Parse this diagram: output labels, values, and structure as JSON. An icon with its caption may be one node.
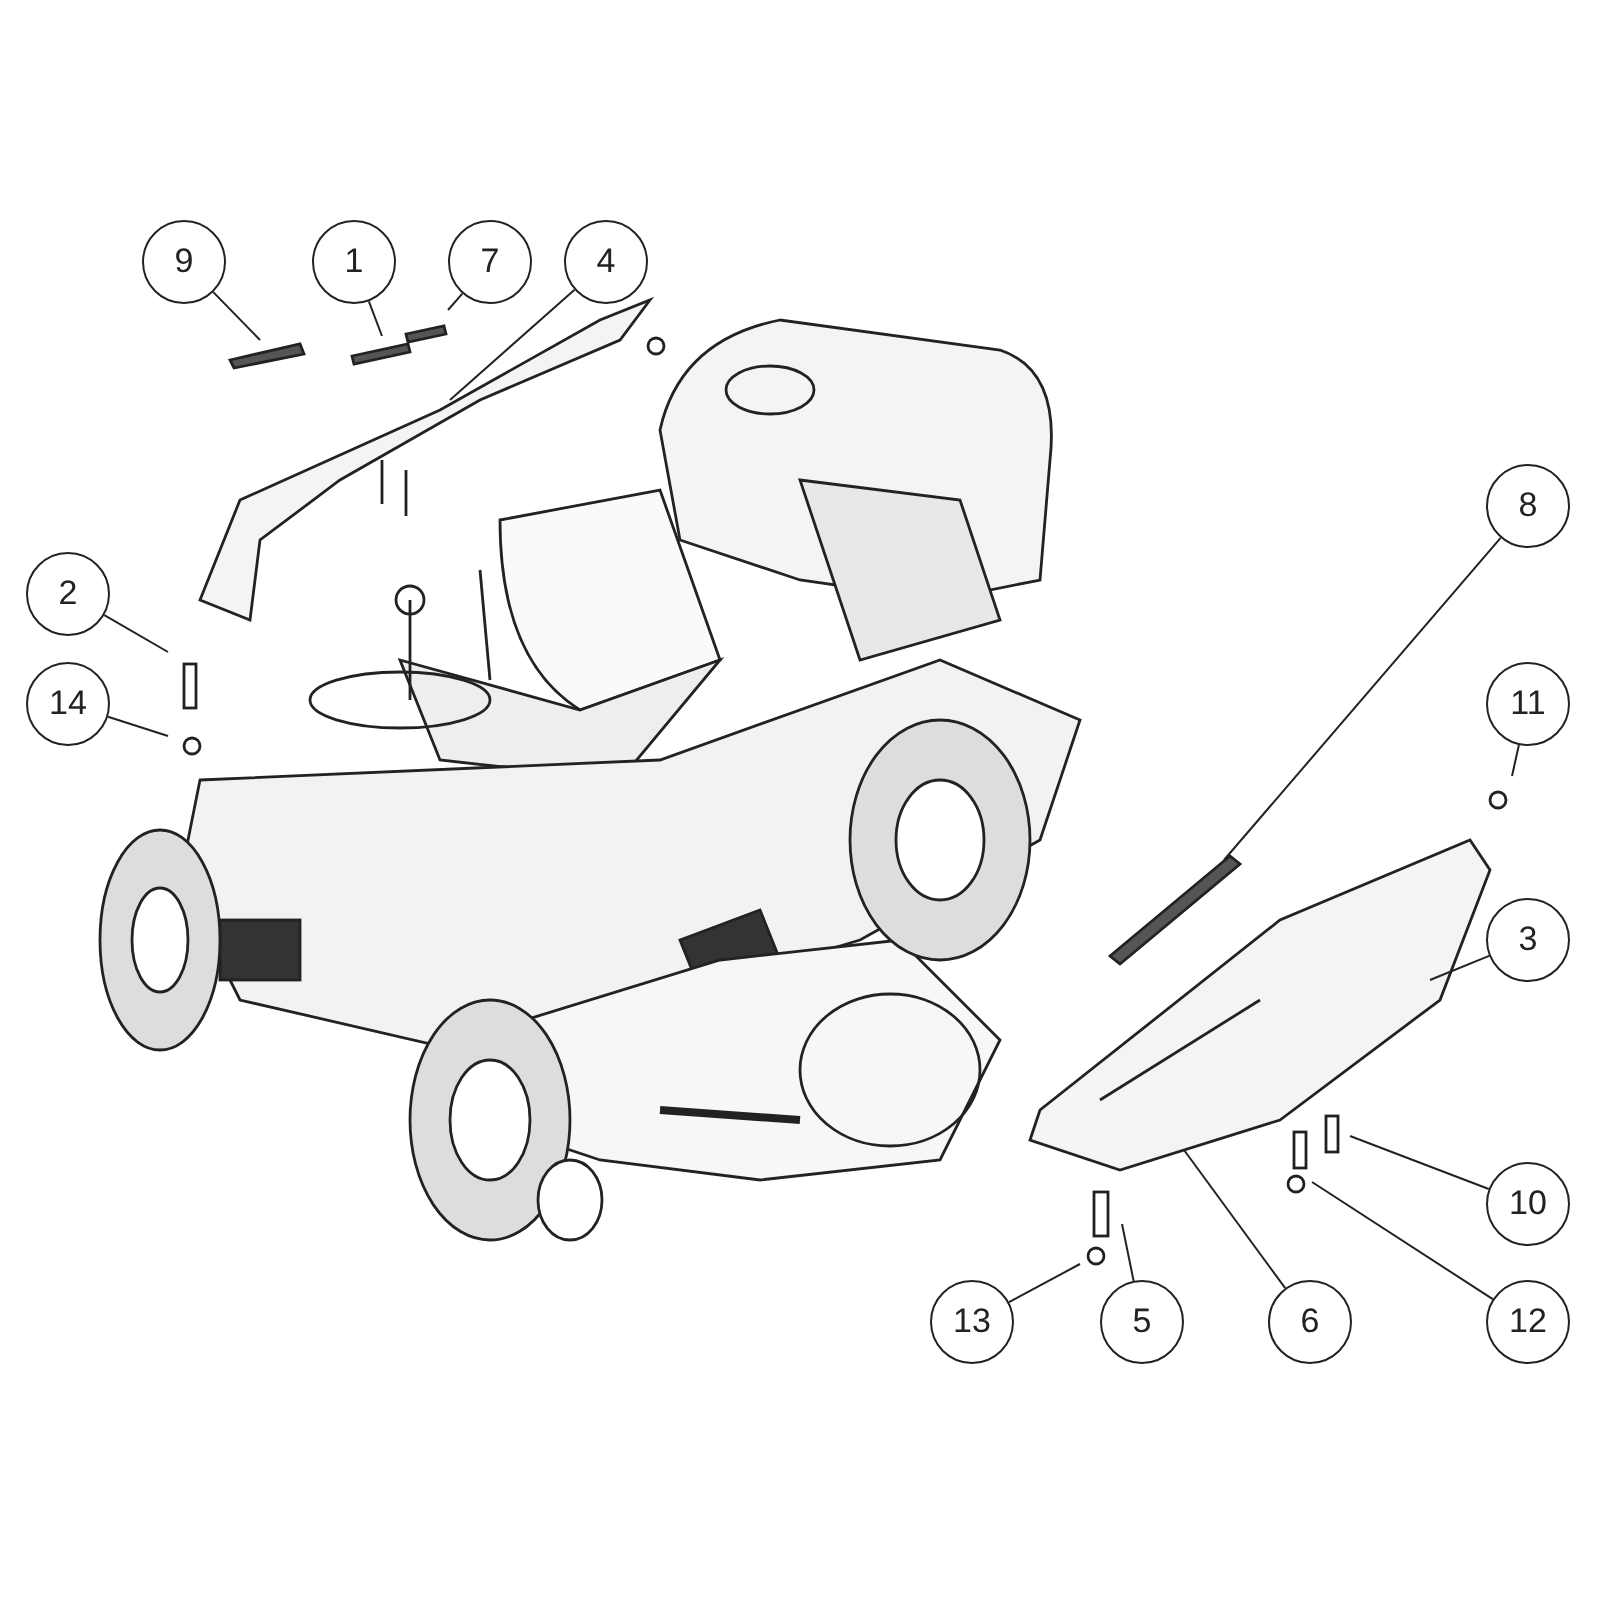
{
  "diagram": {
    "nodes": [
      {
        "text": [
          "9"
        ]
      },
      {
        "text": [
          "1"
        ]
      },
      {
        "text": [
          "7"
        ]
      },
      {
        "text": [
          "4"
        ]
      },
      {
        "text": [
          "8"
        ]
      },
      {
        "text": [
          "2"
        ]
      },
      {
        "text": [
          "14"
        ]
      },
      {
        "text": [
          "11"
        ]
      },
      {
        "text": [
          "3"
        ]
      },
      {
        "text": [
          "10"
        ]
      },
      {
        "text": [
          "13"
        ]
      },
      {
        "text": [
          "5"
        ]
      },
      {
        "text": [
          "6"
        ]
      },
      {
        "text": [
          "12"
        ]
      }
    ],
    "edges": [
      {
        "from": 0,
        "to": null,
        "arrow": "none"
      },
      {
        "from": 1,
        "to": null,
        "arrow": "none"
      },
      {
        "from": 2,
        "to": null,
        "arrow": "none"
      },
      {
        "from": 3,
        "to": null,
        "arrow": "none"
      },
      {
        "from": 4,
        "to": null,
        "arrow": "none"
      },
      {
        "from": 5,
        "to": null,
        "arrow": "none"
      },
      {
        "from": 6,
        "to": null,
        "arrow": "none"
      },
      {
        "from": 7,
        "to": null,
        "arrow": "none"
      },
      {
        "from": 8,
        "to": null,
        "arrow": "none"
      },
      {
        "from": 9,
        "to": null,
        "arrow": "none"
      },
      {
        "from": 10,
        "to": null,
        "arrow": "none"
      },
      {
        "from": 11,
        "to": null,
        "arrow": "none"
      },
      {
        "from": 12,
        "to": null,
        "arrow": "none"
      },
      {
        "from": 13,
        "to": null,
        "arrow": "none"
      }
    ]
  }
}
